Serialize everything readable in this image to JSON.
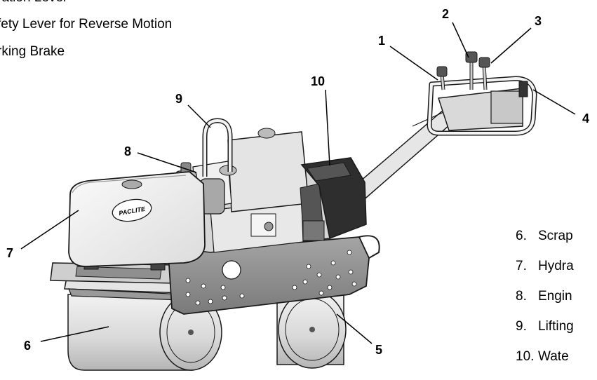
{
  "top_list": [
    "ration Lever",
    "fety Lever for Reverse Motion",
    "rking Brake"
  ],
  "callouts": [
    "1",
    "2",
    "3",
    "4",
    "5",
    "6",
    "7",
    "8",
    "9",
    "10"
  ],
  "legend": [
    {
      "num": "6.",
      "label": "Scrap"
    },
    {
      "num": "7.",
      "label": "Hydra"
    },
    {
      "num": "8.",
      "label": "Engin"
    },
    {
      "num": "9.",
      "label": "Lifting"
    },
    {
      "num": "10.",
      "label": "Wate"
    }
  ],
  "brand_logo": "PACLITE",
  "colors": {
    "outline": "#1a1a1a",
    "panel_light": "#eeeeee",
    "panel_mid": "#cfcfcf",
    "panel_dark": "#8a8a8a",
    "engine_dark": "#333333"
  }
}
